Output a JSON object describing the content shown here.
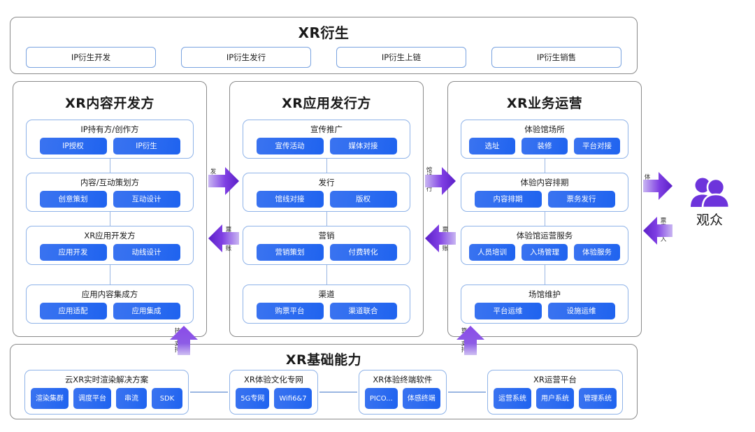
{
  "derivative": {
    "title": "XR衍生",
    "chips": [
      "IP衍生开发",
      "IP衍生发行",
      "IP衍生上链",
      "IP衍生销售"
    ]
  },
  "columns": [
    {
      "key": "content",
      "title": "XR内容开发方",
      "groups": [
        {
          "label": "IP持有方/创作方",
          "pills": [
            "IP授权",
            "IP衍生"
          ]
        },
        {
          "label": "内容/互动策划方",
          "pills": [
            "创意策划",
            "互动设计"
          ]
        },
        {
          "label": "XR应用开发方",
          "pills": [
            "应用开发",
            "动线设计"
          ]
        },
        {
          "label": "应用内容集成方",
          "pills": [
            "应用适配",
            "应用集成"
          ]
        }
      ]
    },
    {
      "key": "publish",
      "title": "XR应用发行方",
      "groups": [
        {
          "label": "宣传推广",
          "pills": [
            "宣传活动",
            "媒体对接"
          ]
        },
        {
          "label": "发行",
          "pills": [
            "馆线对接",
            "版权"
          ]
        },
        {
          "label": "营销",
          "pills": [
            "营销策划",
            "付费转化"
          ]
        },
        {
          "label": "渠道",
          "pills": [
            "购票平台",
            "渠道联合"
          ]
        }
      ]
    },
    {
      "key": "operate",
      "title": "XR业务运营",
      "groups": [
        {
          "label": "体验馆场所",
          "pills": [
            "选址",
            "装修",
            "平台对接"
          ]
        },
        {
          "label": "体验内容排期",
          "pills": [
            "内容排期",
            "票务发行"
          ]
        },
        {
          "label": "体验馆运营服务",
          "pills": [
            "人员培训",
            "入场管理",
            "体验服务"
          ]
        },
        {
          "label": "场馆维护",
          "pills": [
            "平台运维",
            "设施运维"
          ]
        }
      ]
    }
  ],
  "base": {
    "title": "XR基础能力",
    "groups": [
      {
        "label": "云XR实时渲染解决方案",
        "pills": [
          "渲染集群",
          "调度平台",
          "串流",
          "SDK"
        ]
      },
      {
        "label": "XR体验文化专网",
        "pills": [
          "5G专网",
          "Wifi6&7"
        ]
      },
      {
        "label": "XR体验终端软件",
        "pills": [
          "PICO...",
          "体感终端"
        ]
      },
      {
        "label": "XR运营平台",
        "pills": [
          "运营系统",
          "用户系统",
          "管理系统"
        ]
      }
    ]
  },
  "arrows": [
    {
      "name": "publishing-rights",
      "label": "发行权",
      "direction": "right"
    },
    {
      "name": "boxoffice-split-left",
      "label": "票房分账",
      "direction": "left"
    },
    {
      "name": "venue-chain-distribution",
      "label": "馆线发行",
      "direction": "right"
    },
    {
      "name": "boxoffice-split-right",
      "label": "票房分账",
      "direction": "left"
    },
    {
      "name": "tech-support",
      "label": "技术支持",
      "direction": "up"
    },
    {
      "name": "compute-support",
      "label": "算力支持",
      "direction": "up"
    },
    {
      "name": "experience",
      "label": "体验",
      "direction": "right"
    },
    {
      "name": "boxoffice-revenue",
      "label": "票房收入",
      "direction": "left"
    }
  ],
  "audience": {
    "label": "观众"
  },
  "colors": {
    "pill_blue": "#2f6df0",
    "group_border": "#8fb3e8",
    "panel_border": "#8a8a8a",
    "arrow_purple": "#7a3fe0",
    "accent_violet": "#6d34db"
  }
}
